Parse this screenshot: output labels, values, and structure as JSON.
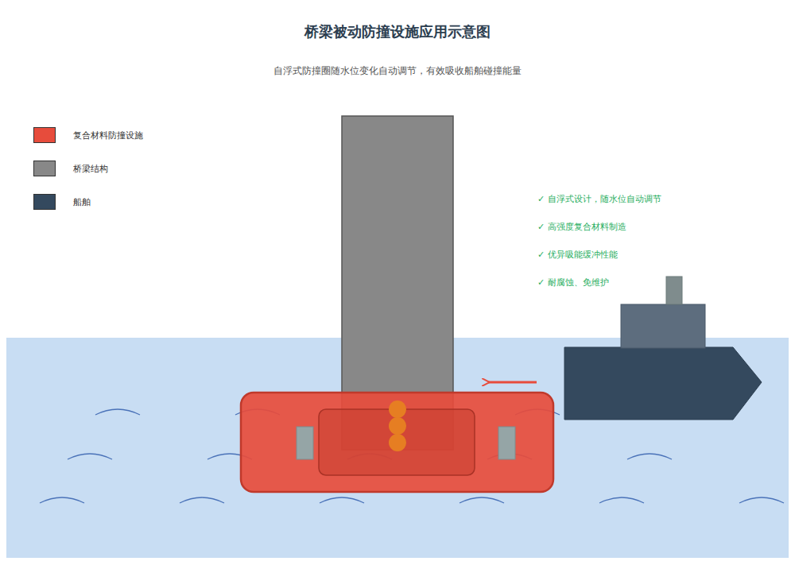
{
  "diagram": {
    "title": "桥梁被动防撞设施应用示意图",
    "caption": "自浮式防撞圈随水位变化自动调节，有效吸收船舶碰撞能量",
    "labels": [
      "✓ 自浮式设计，随水位自动调节",
      "✓ 高强度复合材料制造",
      "✓ 优异吸能缓冲性能",
      "✓ 耐腐蚀、免维护"
    ],
    "legend": [
      {
        "text": "复合材料防撞设施",
        "color": "#e74c3c"
      },
      {
        "text": "桥梁结构",
        "color": "#888888"
      },
      {
        "text": "船舶",
        "color": "#34495e"
      }
    ]
  }
}
